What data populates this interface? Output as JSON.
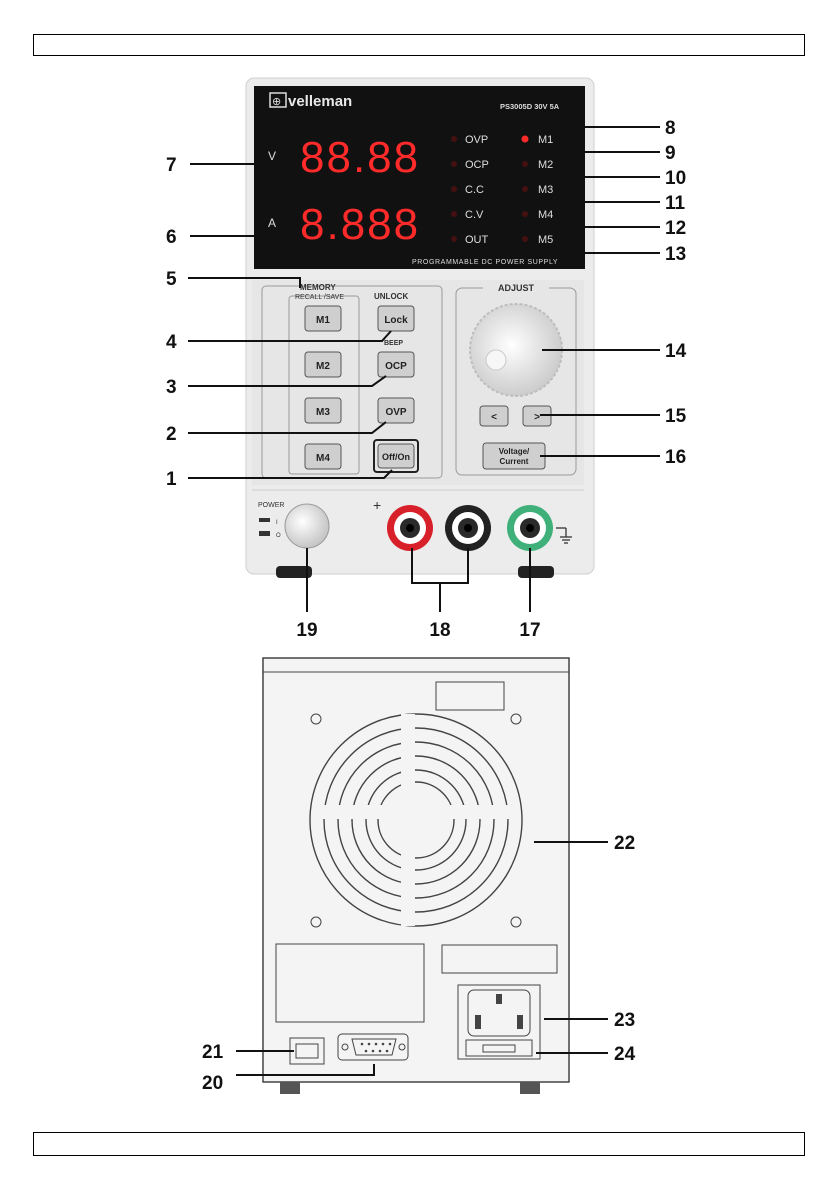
{
  "brand": "velleman",
  "model_text": "PS3005D 30V 5A",
  "programmable_label": "PROGRAMMABLE DC POWER SUPPLY",
  "display": {
    "v_label": "V",
    "a_label": "A",
    "volt_digits": "88.88",
    "amp_digits": "8.888"
  },
  "indicators": [
    "OVP",
    "OCP",
    "C.C",
    "C.V",
    "OUT"
  ],
  "memory_indicators": [
    "M1",
    "M2",
    "M3",
    "M4",
    "M5"
  ],
  "panel": {
    "memory_title": "MEMORY",
    "recall_save": "RECALL /SAVE",
    "unlock": "UNLOCK",
    "beep": "BEEP",
    "adjust": "ADJUST",
    "buttons": {
      "m1": "M1",
      "m2": "M2",
      "m3": "M3",
      "m4": "M4",
      "lock": "Lock",
      "ocp": "OCP",
      "ovp": "OVP",
      "offon": "Off/On",
      "left": "<",
      "right": ">",
      "vc_line1": "Voltage/",
      "vc_line2": "Current"
    },
    "power_label": "POWER",
    "plus": "+",
    "minus": "−",
    "power_on": "I",
    "power_off": "O"
  },
  "callouts": {
    "c1": "1",
    "c2": "2",
    "c3": "3",
    "c4": "4",
    "c5": "5",
    "c6": "6",
    "c7": "7",
    "c8": "8",
    "c9": "9",
    "c10": "10",
    "c11": "11",
    "c12": "12",
    "c13": "13",
    "c14": "14",
    "c15": "15",
    "c16": "16",
    "c17": "17",
    "c18": "18",
    "c19": "19",
    "c20": "20",
    "c21": "21",
    "c22": "22",
    "c23": "23",
    "c24": "24"
  },
  "colors": {
    "display_bg": "#111111",
    "led_red": "#ff2a2a",
    "terminal_red": "#d8202a",
    "terminal_green": "#3fb07a",
    "panel_gray": "#e6e6e6"
  }
}
